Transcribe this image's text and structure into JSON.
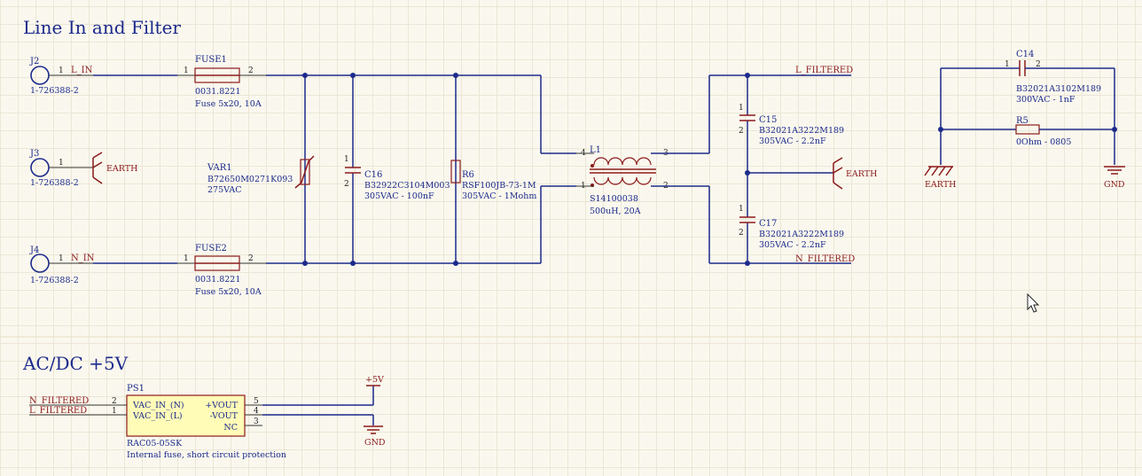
{
  "sheet": {
    "section_line_in": "Line In and Filter",
    "section_acdc": "AC/DC +5V"
  },
  "j2": {
    "designator": "J2",
    "pin": "1",
    "part": "1-726388-2",
    "net": "L_IN"
  },
  "j3": {
    "designator": "J3",
    "pin": "1",
    "part": "1-726388-2",
    "earth": "EARTH"
  },
  "j4": {
    "designator": "J4",
    "pin": "1",
    "part": "1-726388-2",
    "net": "N_IN"
  },
  "fuse1": {
    "designator": "FUSE1",
    "pin1": "1",
    "pin2": "2",
    "part": "0031.8221",
    "comment": "Fuse 5x20, 10A"
  },
  "fuse2": {
    "designator": "FUSE2",
    "pin1": "1",
    "pin2": "2",
    "part": "0031.8221",
    "comment": "Fuse 5x20, 10A"
  },
  "var1": {
    "designator": "VAR1",
    "part": "B72650M0271K093",
    "comment": "275VAC"
  },
  "c16": {
    "designator": "C16",
    "pin1": "1",
    "pin2": "2",
    "part": "B32922C3104M003",
    "comment": "305VAC - 100nF"
  },
  "r6": {
    "designator": "R6",
    "part": "RSF100JB-73-1M",
    "comment": "305VAC - 1Mohm"
  },
  "l1": {
    "designator": "L1",
    "pin1": "1",
    "pin2": "2",
    "pin3": "3",
    "pin4": "4",
    "part": "S14100038",
    "comment": "500uH, 20A"
  },
  "c15": {
    "designator": "C15",
    "pin1": "1",
    "pin2": "2",
    "part": "B32021A3222M189",
    "comment": "305VAC - 2.2nF"
  },
  "c17": {
    "designator": "C17",
    "pin1": "1",
    "pin2": "2",
    "part": "B32021A3222M189",
    "comment": "305VAC - 2.2nF"
  },
  "filter_earth": "EARTH",
  "nets": {
    "l_filtered": "L_FILTERED",
    "n_filtered": "N_FILTERED"
  },
  "c14": {
    "designator": "C14",
    "pin1": "1",
    "pin2": "2",
    "part": "B32021A3102M189",
    "comment": "300VAC - 1nF"
  },
  "r5": {
    "designator": "R5",
    "comment": "0Ohm - 0805"
  },
  "iso": {
    "earth": "EARTH",
    "gnd": "GND"
  },
  "ps1": {
    "designator": "PS1",
    "part": "RAC05-05SK",
    "comment": "Internal fuse, short circuit protection",
    "pins": [
      {
        "num": "2",
        "name": "VAC_IN_(N)"
      },
      {
        "num": "1",
        "name": "VAC_IN_(L)"
      },
      {
        "num": "5",
        "name": "+VOUT"
      },
      {
        "num": "4",
        "name": "-VOUT"
      },
      {
        "num": "3",
        "name": "NC"
      }
    ],
    "in_nets": [
      "N_FILTERED",
      "L_FILTERED"
    ]
  },
  "power": {
    "vcc": "+5V",
    "gnd": "GND"
  },
  "colors": {
    "wire": "#1c2a8c",
    "symbol": "#8b1a1a",
    "component_fill": "#fffcb8",
    "background": "#faf8ee"
  },
  "icons": {
    "cursor": "mouse-pointer-icon"
  }
}
